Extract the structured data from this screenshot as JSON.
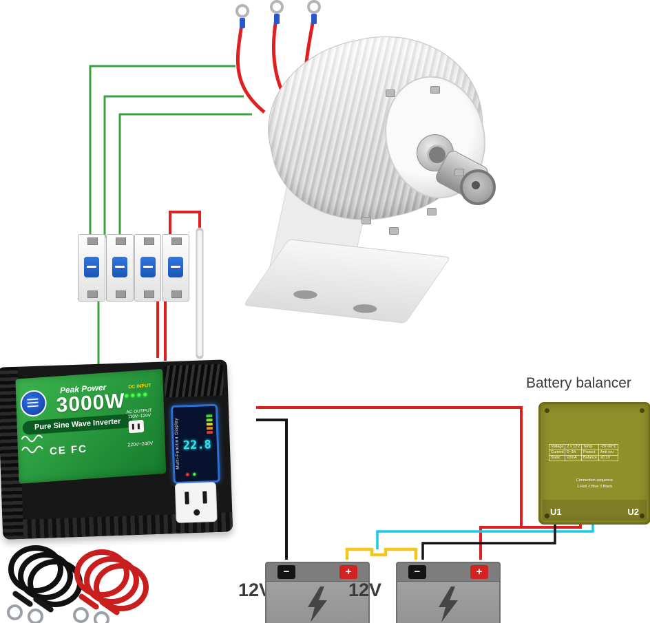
{
  "balancer": {
    "title": "Battery balancer",
    "u1": "U1",
    "u2": "U2",
    "specs": [
      [
        "Voltage",
        "2 x 12V",
        "Temp",
        "-20~60°C"
      ],
      [
        "Current",
        "0~3A",
        "Protect",
        "Anti-rev."
      ],
      [
        "Static",
        "≤3mA",
        "Balance",
        "≤0.1V"
      ]
    ],
    "connection_label": "Connection sequence",
    "connection_steps": "1.Red  2.Blue  3.Black"
  },
  "inverter": {
    "peak_power": "Peak Power",
    "wattage": "3000W",
    "product_name": "Pure Sine Wave Inverter",
    "dc_input": "DC INPUT",
    "ac_output": "AC OUTPUT 110V~120V",
    "ac_output_alt": "220V~240V",
    "cert_ce": "CE",
    "cert_fcc": "FC",
    "display_label": "Multi-Function Display",
    "display_value": "22.8"
  },
  "batteries": [
    {
      "label": "12V",
      "minus": "−",
      "plus": "+"
    },
    {
      "label": "12V",
      "minus": "−",
      "plus": "+"
    }
  ],
  "colors": {
    "wire_red": "#e02020",
    "wire_black": "#151515",
    "wire_green": "#3aa23a",
    "wire_cyan": "#1ec8e8",
    "wire_yellow": "#f2c71d",
    "balancer_body": "#8f8f2b",
    "inverter_green": "#2aa43c",
    "display_blue": "#2b6fd4"
  }
}
